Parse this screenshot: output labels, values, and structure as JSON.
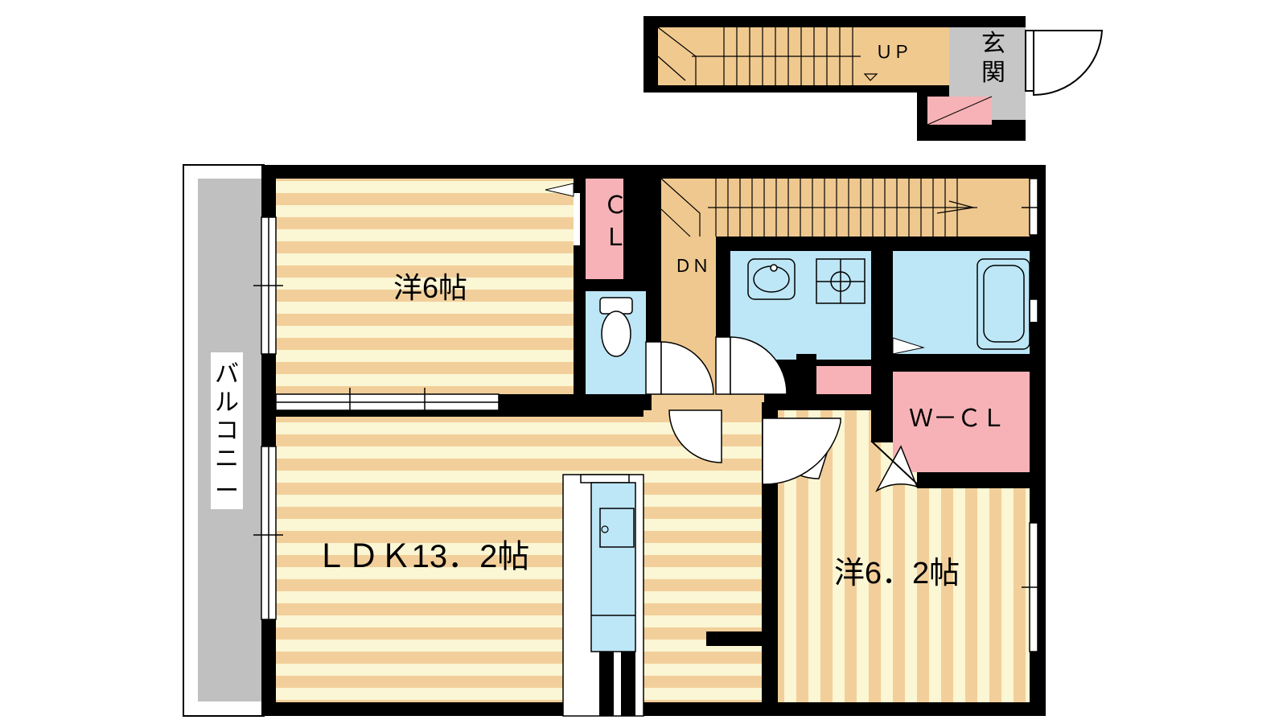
{
  "rooms": {
    "western_6": "洋6帖",
    "ldk": "ＬＤＫ13．2帖",
    "western_6_2": "洋6．2帖",
    "closet": [
      "Ｃ",
      "Ｌ"
    ],
    "walk_in_closet": "Ｗ－ＣＬ",
    "entrance": [
      "玄",
      "関"
    ],
    "balcony": [
      "バ",
      "ル",
      "コ",
      "ニ",
      "ー"
    ]
  },
  "stairs": {
    "up": "ＵＰ",
    "down": "ＤＮ"
  },
  "colors": {
    "wall": "#000000",
    "floor_wood": "#f2cf9a",
    "stripe_light": "#fbf6d4",
    "stair_floor": "#efc88f",
    "wet_area": "#bde6f6",
    "closet_pink": "#f6b2b6",
    "balcony_gray": "#c0c0c0",
    "entrance_gray": "#c6c6c6"
  }
}
